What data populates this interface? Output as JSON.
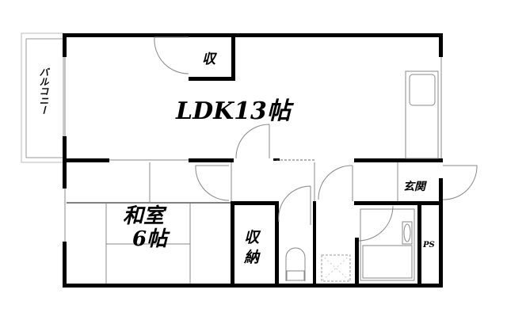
{
  "rooms": {
    "ldk": "LDK13帖",
    "washitsu_line1": "和室",
    "washitsu_line2": "6帖",
    "storage_small": "収",
    "storage_line1": "収",
    "storage_line2": "納",
    "entrance": "玄関",
    "pipe_space": "PS",
    "balcony": "バルコニー"
  },
  "colors": {
    "wall": "#000000",
    "line": "#888888",
    "background": "#ffffff"
  }
}
